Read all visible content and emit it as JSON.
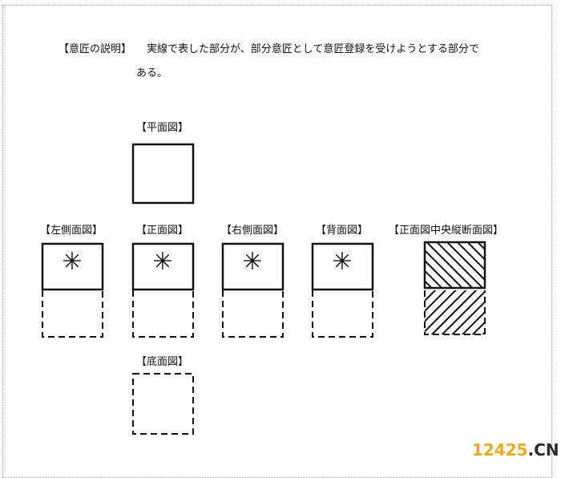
{
  "description": {
    "heading": "【意匠の説明】",
    "line1": "実線で表した部分が、部分意匠として意匠登録を受けようとする部分で",
    "line2": "ある。"
  },
  "views": {
    "plan": "【平面図】",
    "left_side": "【左側面図】",
    "front": "【正面図】",
    "right_side": "【右側面図】",
    "back": "【背面図】",
    "section": "【正面図中央縦断面図】",
    "bottom": "【底面図】"
  },
  "symbol": "✳",
  "colors": {
    "line": "#111111",
    "watermark_digits": "#f2a81d",
    "watermark_tld": "#2a2a2a"
  },
  "watermark": {
    "digits": "12425",
    "tld": ".CN"
  }
}
